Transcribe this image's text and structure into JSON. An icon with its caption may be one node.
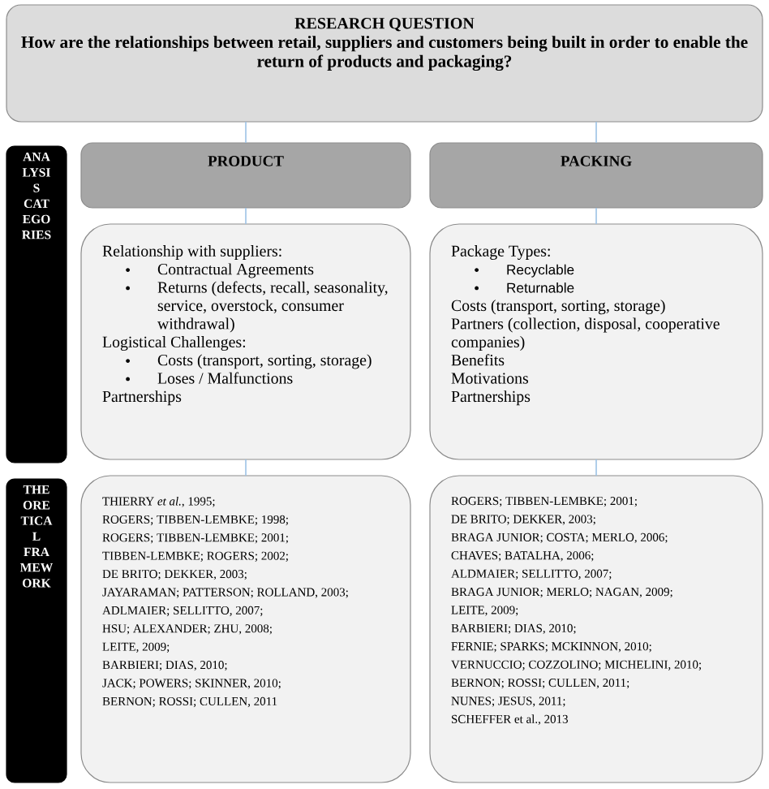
{
  "diagram": {
    "nodes": [
      {
        "text": [
          "RESEARCH QUESTION",
          "How are the relationships between retail, suppliers and customers being built in order to enable the return of products and packaging?"
        ]
      },
      {
        "text": [
          "ANA LYSI S CAT EGO RIES"
        ]
      },
      {
        "text": [
          "PRODUCT"
        ]
      },
      {
        "text": [
          "PACKING"
        ]
      },
      {
        "text": [
          "Relationship with suppliers:",
          "Contractual Agreements",
          "Returns (defects, recall, seasonality, service, overstock, consumer withdrawal)",
          "Logistical Challenges:",
          "Costs (transport, sorting, storage)",
          "Loses / Malfunctions",
          "Partnerships"
        ]
      },
      {
        "text": [
          "Package Types:",
          "Recyclable",
          "Returnable",
          "Costs (transport, sorting, storage)",
          "Partners (collection, disposal, cooperative companies)",
          "Benefits",
          "Motivations",
          "Partnerships"
        ]
      },
      {
        "text": [
          "THE ORE TICA L FRA MEW ORK"
        ]
      },
      {
        "text": [
          "THIERRY *et al.*, 1995;",
          "ROGERS; TIBBEN-LEMBKE; 1998;",
          "ROGERS; TIBBEN-LEMBKE; 2001;",
          "TIBBEN-LEMBKE; ROGERS; 2002;",
          "DE BRITO; DEKKER, 2003;",
          "JAYARAMAN; PATTERSON; ROLLAND, 2003;",
          "ADLMAIER; SELLITTO, 2007;",
          "HSU; ALEXANDER; ZHU, 2008;",
          "LEITE, 2009;",
          "BARBIERI; DIAS, 2010;",
          "JACK; POWERS; SKINNER, 2010;",
          "BERNON; ROSSI; CULLEN, 2011"
        ]
      },
      {
        "text": [
          "ROGERS; TIBBEN-LEMBKE; 2001;",
          "DE BRITO; DEKKER, 2003;",
          "BRAGA JUNIOR; COSTA; MERLO, 2006;",
          "CHAVES; BATALHA, 2006;",
          "ALDMAIER; SELLITTO, 2007;",
          "BRAGA JUNIOR; MERLO; NAGAN, 2009;",
          "LEITE, 2009;",
          "BARBIERI; DIAS, 2010;",
          "FERNIE; SPARKS; MCKINNON, 2010;",
          "VERNUCCIO; COZZOLINO; MICHELINI, 2010;",
          "BERNON; ROSSI; CULLEN, 2011;",
          "NUNES; JESUS, 2011;",
          "SCHEFFER et al., 2013"
        ]
      }
    ],
    "edges": [
      {
        "from": 0,
        "to": 2,
        "arrow": "none"
      },
      {
        "from": 0,
        "to": 3,
        "arrow": "none"
      },
      {
        "from": 2,
        "to": 4,
        "arrow": "none"
      },
      {
        "from": 3,
        "to": 5,
        "arrow": "none"
      },
      {
        "from": 4,
        "to": 7,
        "arrow": "none"
      },
      {
        "from": 5,
        "to": 8,
        "arrow": "none"
      }
    ]
  }
}
